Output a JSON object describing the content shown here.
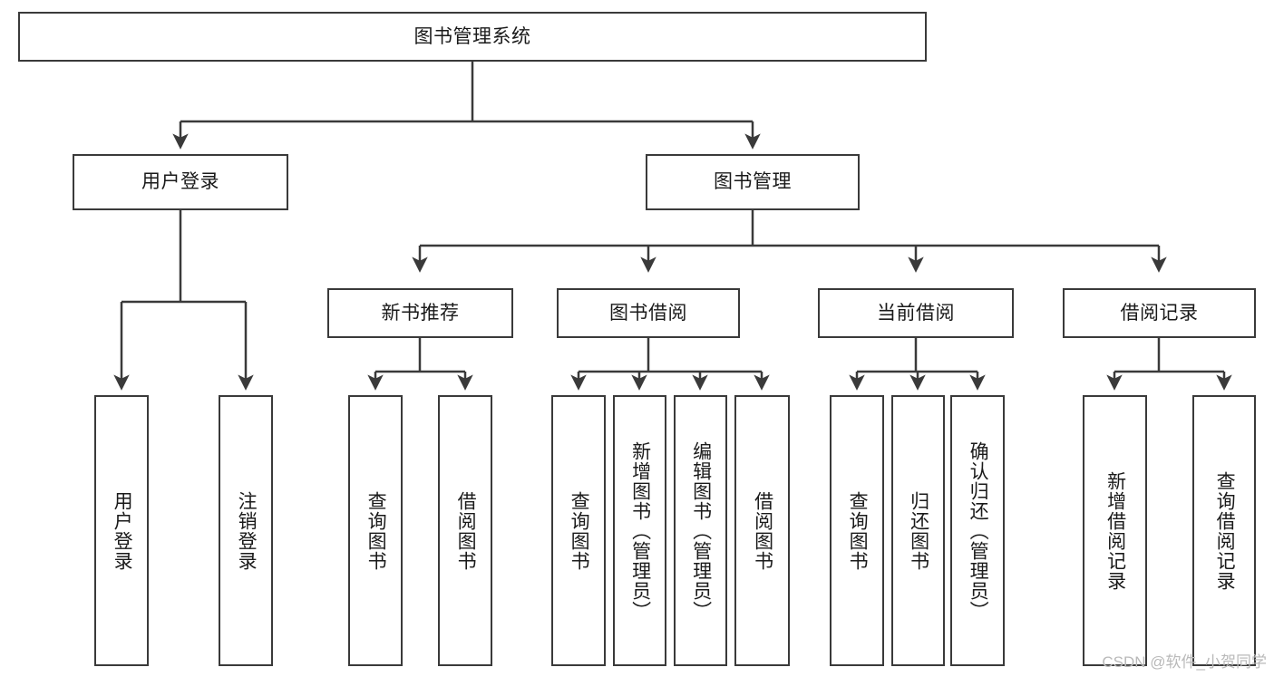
{
  "diagram": {
    "type": "tree-hierarchy-diagram",
    "title": "图书管理系统",
    "watermark": "CSDN @软件_小贺同学",
    "colors": {
      "box_border": "#3a3a3a",
      "box_fill": "#ffffff",
      "connector": "#3a3a3a",
      "text": "#1a1a1a",
      "watermark": "#b9b9b9",
      "background": "#ffffff"
    },
    "nodes": {
      "root": {
        "label": "图书管理系统",
        "level": 0,
        "orientation": "horizontal"
      },
      "l1": [
        {
          "id": "user-login",
          "label": "用户登录",
          "orientation": "horizontal"
        },
        {
          "id": "book-management",
          "label": "图书管理",
          "orientation": "horizontal"
        }
      ],
      "l2": [
        {
          "id": "new-book-recommend",
          "label": "新书推荐",
          "orientation": "horizontal",
          "parent": "book-management"
        },
        {
          "id": "book-borrow",
          "label": "图书借阅",
          "orientation": "horizontal",
          "parent": "book-management"
        },
        {
          "id": "current-borrow",
          "label": "当前借阅",
          "orientation": "horizontal",
          "parent": "book-management"
        },
        {
          "id": "borrow-record",
          "label": "借阅记录",
          "orientation": "horizontal",
          "parent": "book-management"
        }
      ],
      "leaves": [
        {
          "id": "leaf-user-login",
          "label": "用户登录",
          "parent": "user-login"
        },
        {
          "id": "leaf-logout-login",
          "label": "注销登录",
          "parent": "user-login"
        },
        {
          "id": "leaf-query-book-1",
          "label": "查询图书",
          "parent": "new-book-recommend"
        },
        {
          "id": "leaf-borrow-book-1",
          "label": "借阅图书",
          "parent": "new-book-recommend"
        },
        {
          "id": "leaf-query-book-2",
          "label": "查询图书",
          "parent": "book-borrow"
        },
        {
          "id": "leaf-add-book",
          "label": "新增图书（管理员）",
          "parent": "book-borrow"
        },
        {
          "id": "leaf-edit-book",
          "label": "编辑图书（管理员）",
          "parent": "book-borrow"
        },
        {
          "id": "leaf-borrow-book-2",
          "label": "借阅图书",
          "parent": "book-borrow"
        },
        {
          "id": "leaf-query-book-3",
          "label": "查询图书",
          "parent": "current-borrow"
        },
        {
          "id": "leaf-return-book",
          "label": "归还图书",
          "parent": "current-borrow"
        },
        {
          "id": "leaf-confirm-return",
          "label": "确认归还（管理员）",
          "parent": "current-borrow"
        },
        {
          "id": "leaf-add-record",
          "label": "新增借阅记录",
          "parent": "borrow-record"
        },
        {
          "id": "leaf-query-record",
          "label": "查询借阅记录",
          "parent": "borrow-record"
        }
      ]
    }
  }
}
